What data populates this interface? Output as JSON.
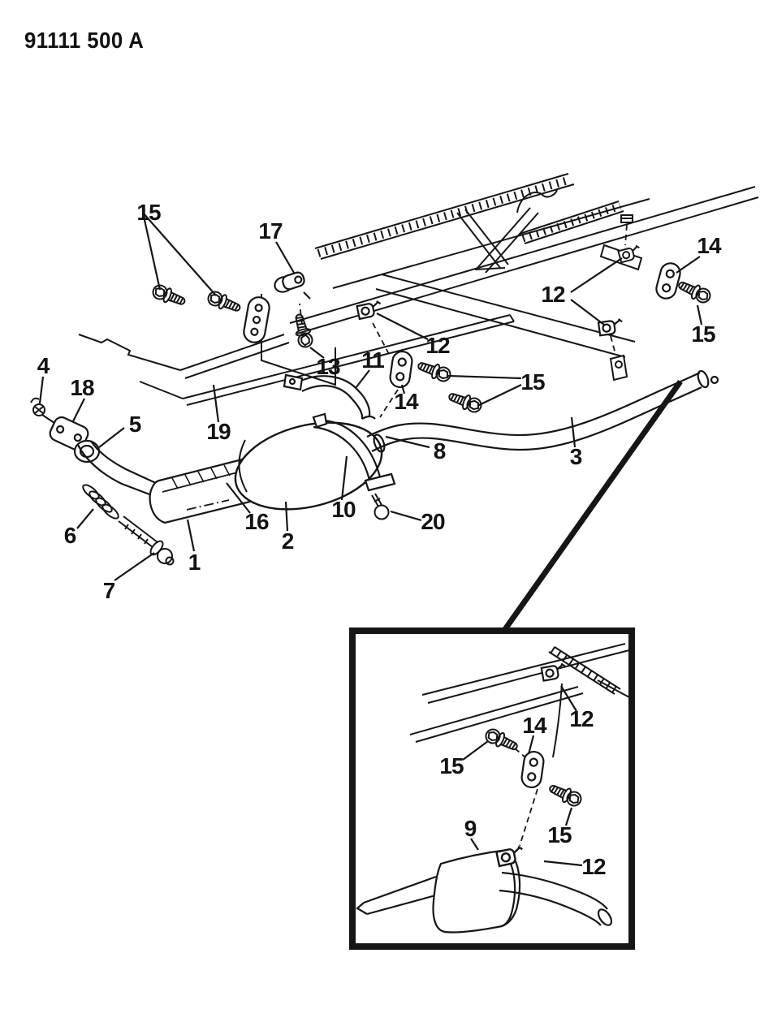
{
  "title": "91111 500 A",
  "colors": {
    "ink": "#161616",
    "paper": "#ffffff"
  },
  "callouts": [
    {
      "id": "15-top-left",
      "label": "15"
    },
    {
      "id": "17-hanger",
      "label": "17"
    },
    {
      "id": "14-right",
      "label": "14"
    },
    {
      "id": "12-right",
      "label": "12"
    },
    {
      "id": "15-right",
      "label": "15"
    },
    {
      "id": "4-nut",
      "label": "4"
    },
    {
      "id": "18-flange",
      "label": "18"
    },
    {
      "id": "13-bolt",
      "label": "13"
    },
    {
      "id": "11-bracket",
      "label": "11"
    },
    {
      "id": "12-mid",
      "label": "12"
    },
    {
      "id": "14-mid",
      "label": "14"
    },
    {
      "id": "15-mid",
      "label": "15"
    },
    {
      "id": "5-seal",
      "label": "5"
    },
    {
      "id": "19-shield",
      "label": "19"
    },
    {
      "id": "8-pipe",
      "label": "8"
    },
    {
      "id": "3-tailpipe",
      "label": "3"
    },
    {
      "id": "6-spring",
      "label": "6"
    },
    {
      "id": "16-shield",
      "label": "16"
    },
    {
      "id": "2-muffler",
      "label": "2"
    },
    {
      "id": "10-strap",
      "label": "10"
    },
    {
      "id": "20-screw",
      "label": "20"
    },
    {
      "id": "1-converter",
      "label": "1"
    },
    {
      "id": "7-bolt",
      "label": "7"
    },
    {
      "id": "12-inset-clamp",
      "label": "12"
    },
    {
      "id": "14-inset",
      "label": "14"
    },
    {
      "id": "15-inset-upper",
      "label": "15"
    },
    {
      "id": "9-inset-muffler",
      "label": "9"
    },
    {
      "id": "15-inset-lower",
      "label": "15"
    },
    {
      "id": "12-inset-hanger",
      "label": "12"
    }
  ]
}
